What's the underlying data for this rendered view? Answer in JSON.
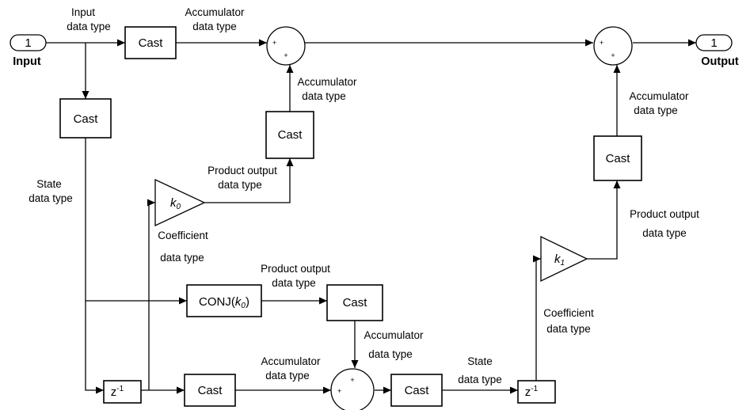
{
  "ports": {
    "input": {
      "number": "1",
      "label": "Input"
    },
    "output": {
      "number": "1",
      "label": "Output"
    }
  },
  "blocks": {
    "cast": "Cast",
    "delay": "z",
    "delay_exp": "-1",
    "conj_prefix": "CONJ(",
    "conj_k": "k",
    "conj_sub": "0",
    "conj_suffix": ")",
    "gain0_k": "k",
    "gain0_sub": "0",
    "gain1_k": "k",
    "gain1_sub": "1",
    "plus": "+"
  },
  "labels": {
    "input_dt_1": "Input",
    "input_dt_2": "data type",
    "acc_top_1": "Accumulator",
    "acc_top_2": "data type",
    "acc_mid_1": "Accumulator",
    "acc_mid_2": "data type",
    "acc_right_1": "Accumulator",
    "acc_right_2": "data type",
    "state_left_1": "State",
    "state_left_2": "data type",
    "prod_k0_1": "Product output",
    "prod_k0_2": "data type",
    "coeff_k0_1": "Coefficient",
    "coeff_k0_2": "data type",
    "prod_conj_1": "Product output",
    "prod_conj_2": "data type",
    "acc_conj_1": "Accumulator",
    "acc_conj_2": "data type",
    "acc_bottom_1": "Accumulator",
    "acc_bottom_2": "data type",
    "state_bottom_1": "State",
    "state_bottom_2": "data type",
    "prod_k1_1": "Product output",
    "prod_k1_2": "data type",
    "coeff_k1_1": "Coefficient",
    "coeff_k1_2": "data type"
  }
}
